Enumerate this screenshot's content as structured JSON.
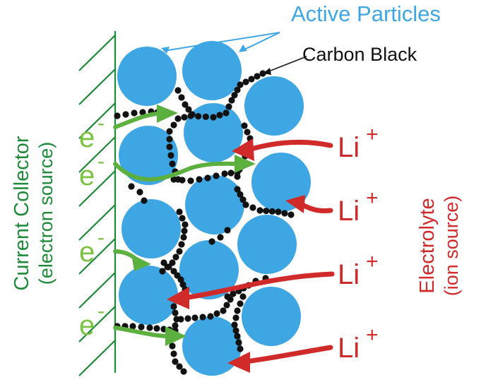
{
  "labels": {
    "active_particles": "Active Particles",
    "carbon_black": "Carbon Black",
    "current_collector": "Current Collector",
    "electron_source": "(electron source)",
    "electrolyte": "Electrolyte",
    "ion_source": "(ion source)",
    "electron": "e",
    "electron_charge": "-",
    "lithium": "Li",
    "lithium_charge": "+"
  },
  "colors": {
    "particle": "#3ea6e2",
    "collector": "#1e8a3a",
    "electron": "#7cc243",
    "electron_arrow": "#5bb040",
    "lithium": "#d12a2a",
    "carbon": "#111111",
    "label_active": "#3ea6e2"
  }
}
